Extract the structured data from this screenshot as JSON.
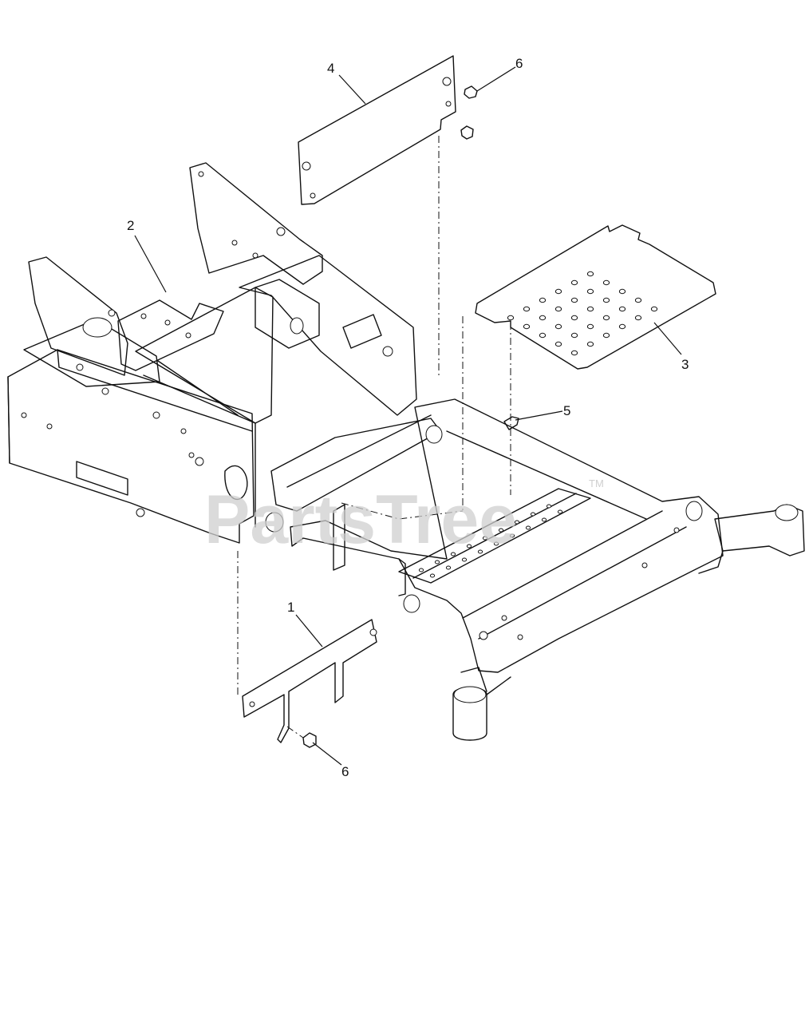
{
  "callouts": [
    {
      "id": "c1",
      "label": "1"
    },
    {
      "id": "c2",
      "label": "2"
    },
    {
      "id": "c3",
      "label": "3"
    },
    {
      "id": "c4",
      "label": "4"
    },
    {
      "id": "c5",
      "label": "5"
    },
    {
      "id": "c6a",
      "label": "6"
    },
    {
      "id": "c6b",
      "label": "6"
    }
  ],
  "watermark": {
    "text": "PartsTree",
    "trademark": "TM"
  }
}
